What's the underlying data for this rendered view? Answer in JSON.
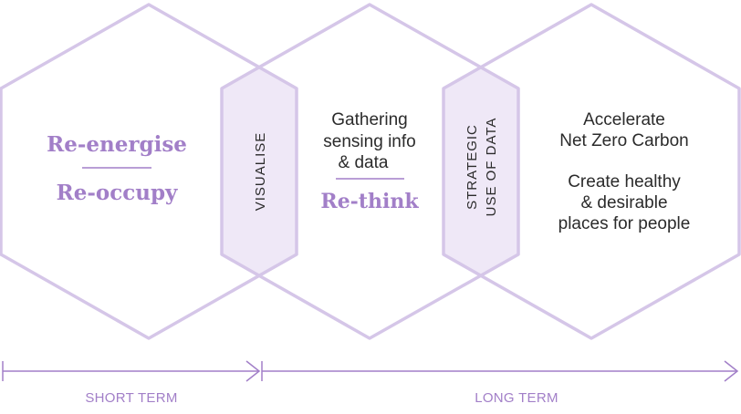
{
  "colors": {
    "outline": "#d5c6e8",
    "overlap_fill": "#efe8f7",
    "accent": "#a27fc8",
    "text": "#2b2b2b"
  },
  "left_hexagon": {
    "line1": "Re-energise",
    "line2": "Re-occupy"
  },
  "overlap_left": {
    "label": "VISUALISE"
  },
  "middle_hexagon": {
    "lines": [
      "Gathering",
      "sensing info",
      "& data"
    ],
    "heading": "Re-think"
  },
  "overlap_right": {
    "line1": "STRATEGIC",
    "line2": "USE OF DATA"
  },
  "right_hexagon": {
    "block1": [
      "Accelerate",
      "Net Zero Carbon"
    ],
    "block2": [
      "Create healthy",
      "& desirable",
      "places for people"
    ]
  },
  "timeline": {
    "short_term": "SHORT TERM",
    "long_term": "LONG TERM"
  }
}
